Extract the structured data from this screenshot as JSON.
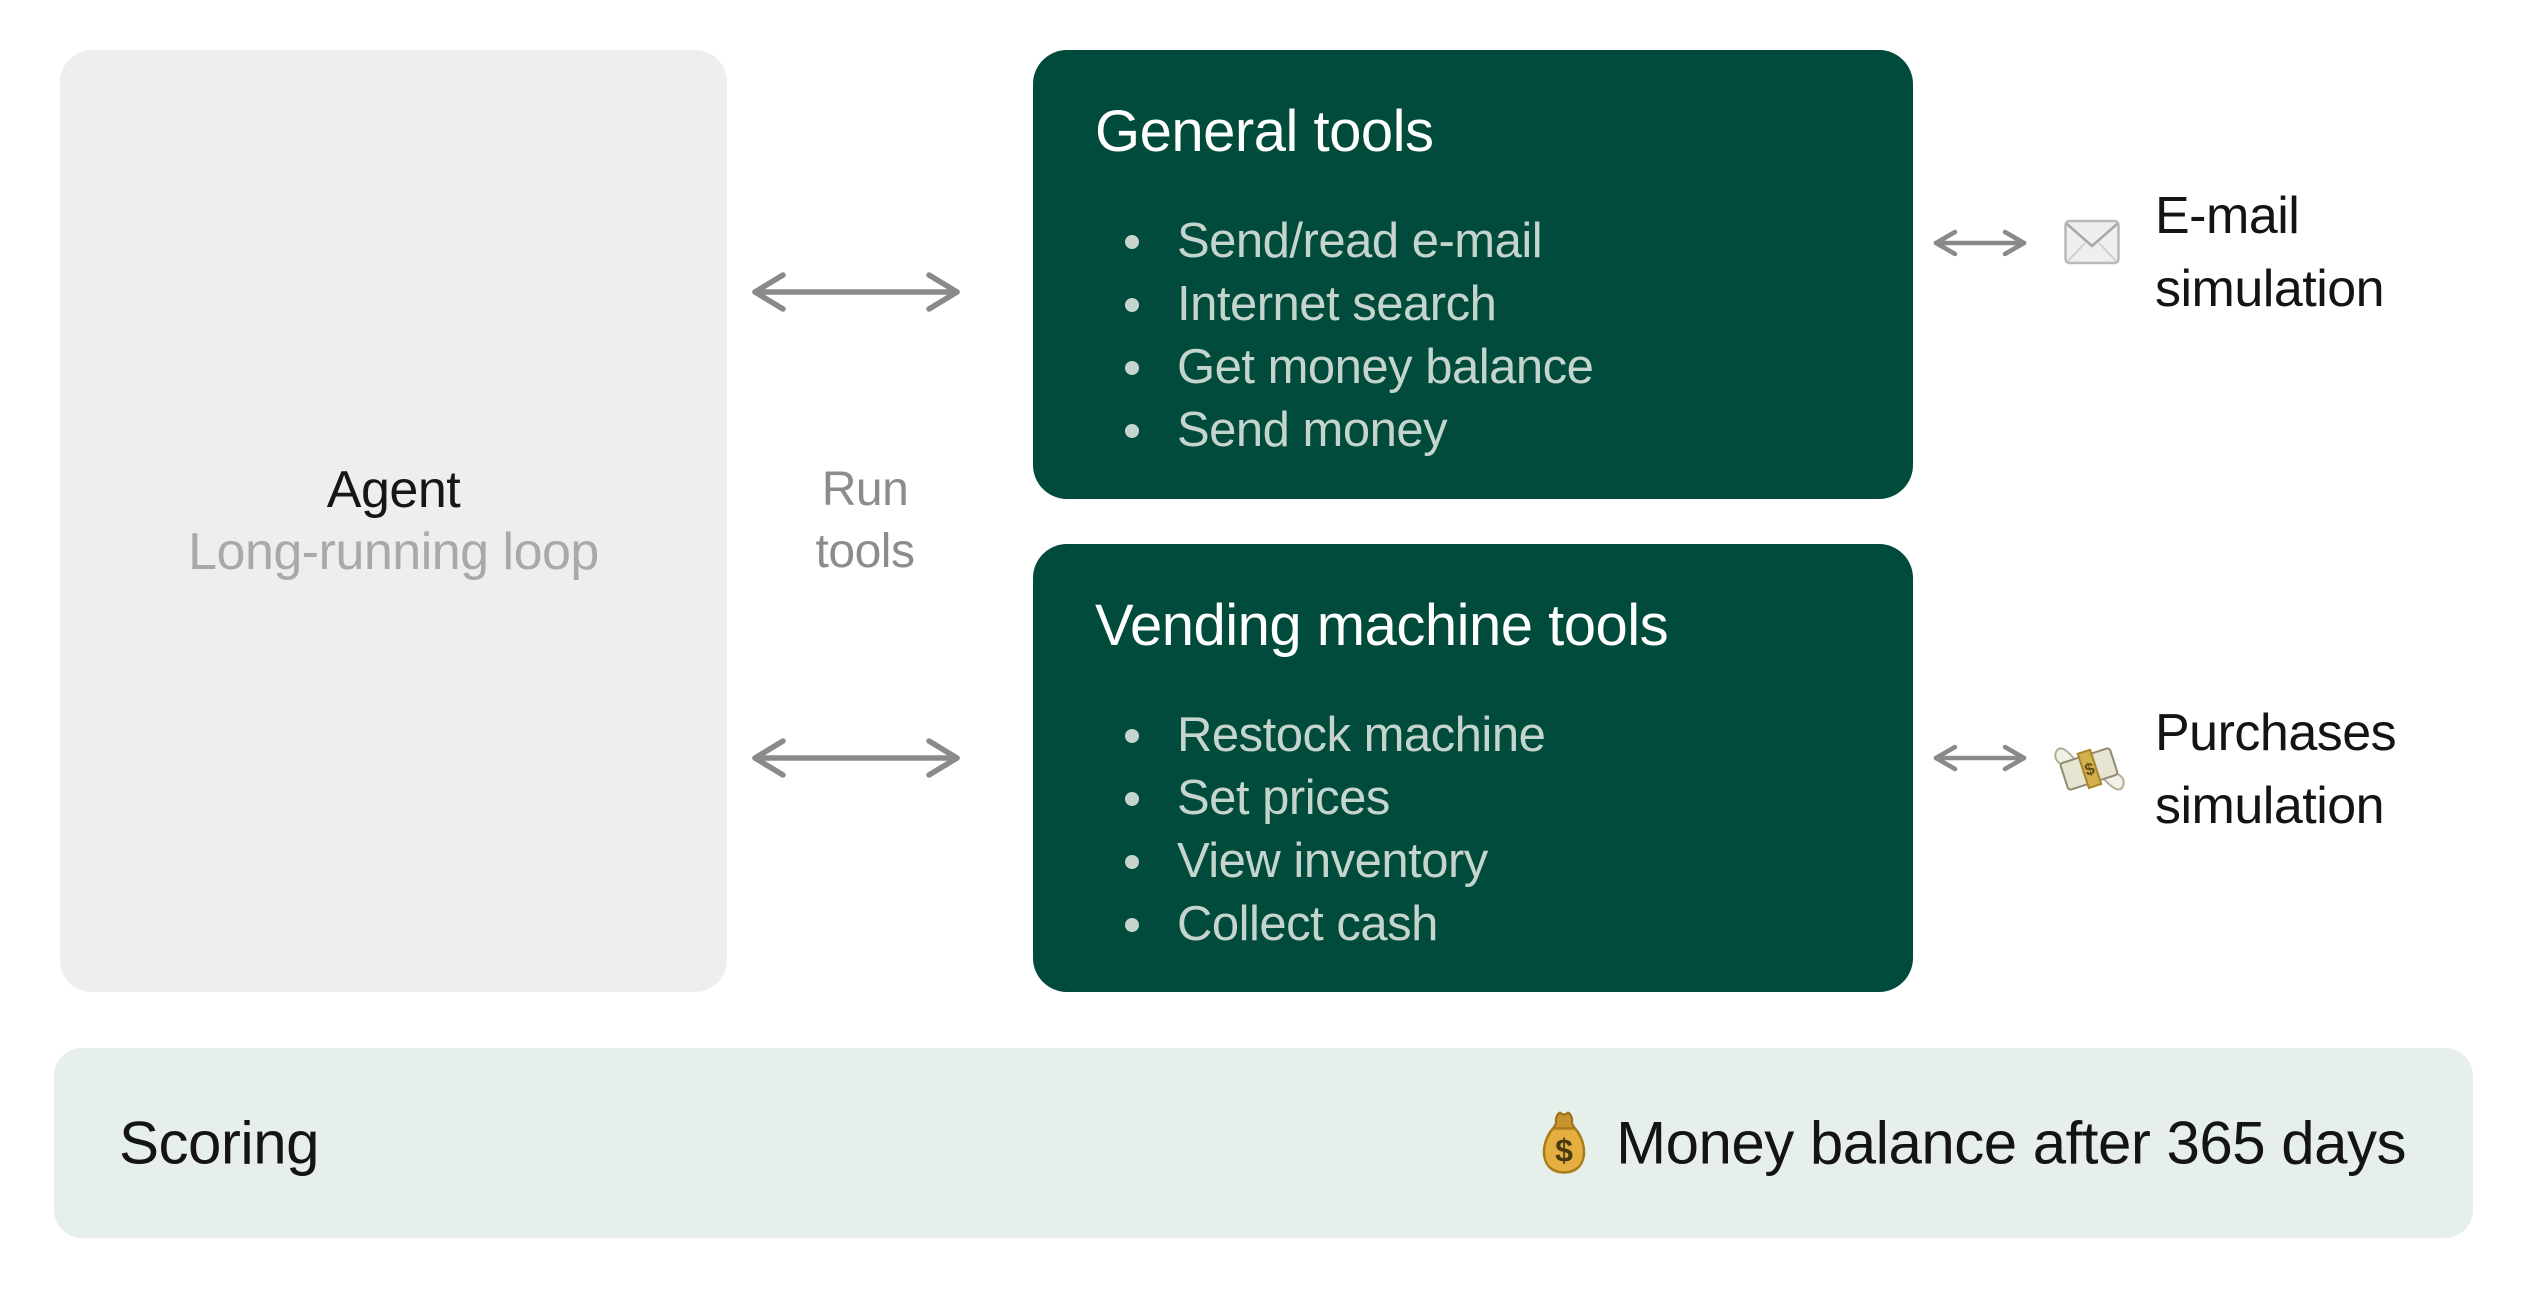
{
  "colors": {
    "canvas_bg": "#ffffff",
    "agent_box_bg": "#eeeeee",
    "agent_title": "#161616",
    "agent_subtitle": "#a9a9a9",
    "muted_label": "#8c8c8c",
    "arrow": "#8a8a8a",
    "tool_box_bg": "#004b3b",
    "tool_box_title": "#ffffff",
    "tool_box_item": "#c5d4cc",
    "scoring_bar_bg": "#e7efea",
    "text_dark": "#141414"
  },
  "agent_box": {
    "title": "Agent",
    "subtitle": "Long-running loop"
  },
  "run_tools_label": {
    "line1": "Run",
    "line2": "tools"
  },
  "tool_boxes": [
    {
      "title": "General tools",
      "items": [
        "Send/read e-mail",
        "Internet search",
        "Get money balance",
        "Send money"
      ]
    },
    {
      "title": "Vending machine tools",
      "items": [
        "Restock machine",
        "Set prices",
        "View inventory",
        "Collect cash"
      ]
    }
  ],
  "simulations": [
    {
      "label": "E-mail simulation",
      "icon": "envelope-icon"
    },
    {
      "label": "Purchases simulation",
      "icon": "money-with-wings-icon"
    }
  ],
  "scoring": {
    "label": "Scoring",
    "icon": "money-bag-icon",
    "metric": "Money balance after 365 days"
  }
}
